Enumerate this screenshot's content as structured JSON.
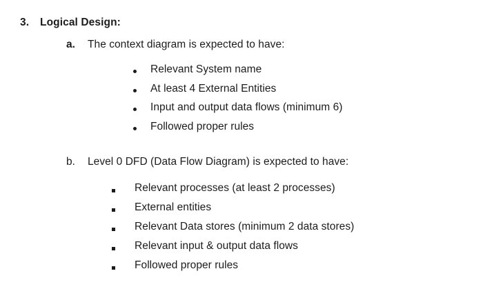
{
  "document": {
    "section": {
      "number": "3.",
      "title": "Logical Design:"
    },
    "subsections": [
      {
        "marker": "a.",
        "heading": "The context diagram is expected to have:",
        "bullet_style": "round",
        "items": [
          "Relevant System name",
          "At least 4 External Entities",
          "Input and output data flows (minimum 6)",
          "Followed proper rules"
        ]
      },
      {
        "marker": "b.",
        "heading": "Level 0 DFD (Data Flow Diagram) is expected to have:",
        "bullet_style": "square",
        "items": [
          "Relevant processes (at least 2 processes)",
          "External entities",
          "Relevant Data stores (minimum 2 data stores)",
          "Relevant input & output data flows",
          "Followed proper rules"
        ]
      }
    ]
  },
  "colors": {
    "page_background": "#ffffff",
    "text": "#1c1c1c"
  }
}
